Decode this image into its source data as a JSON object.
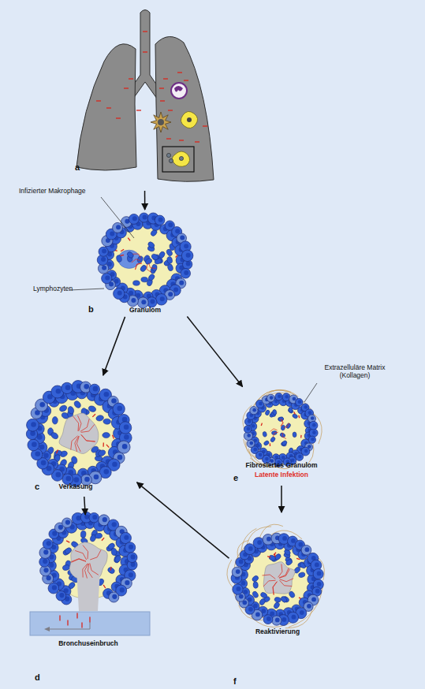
{
  "diagram": {
    "nodes": [
      {
        "text": [
          "a"
        ]
      },
      {
        "text": [
          "Granulom",
          "b"
        ]
      },
      {
        "text": [
          "Verkäsung",
          "c"
        ]
      },
      {
        "text": [
          "Fibrosiertes Granulom",
          "Latente Infektion",
          "e"
        ]
      },
      {
        "text": [
          "Bronchuseinbruch",
          "d"
        ]
      },
      {
        "text": [
          "Reaktivierung",
          "f"
        ]
      }
    ],
    "edges": [
      {
        "from": 0,
        "to": 1,
        "arrow": "to"
      },
      {
        "from": 1,
        "to": 2,
        "arrow": "to"
      },
      {
        "from": 1,
        "to": 3,
        "arrow": "to"
      },
      {
        "from": 2,
        "to": 4,
        "arrow": "to"
      },
      {
        "from": 3,
        "to": 5,
        "arrow": "to"
      },
      {
        "from": 5,
        "to": 2,
        "arrow": "to"
      }
    ],
    "labels": [
      "Infizierter Makrophage",
      "Lymphozyten",
      "Extrazelluläre Matrix (Kollagen)"
    ]
  }
}
